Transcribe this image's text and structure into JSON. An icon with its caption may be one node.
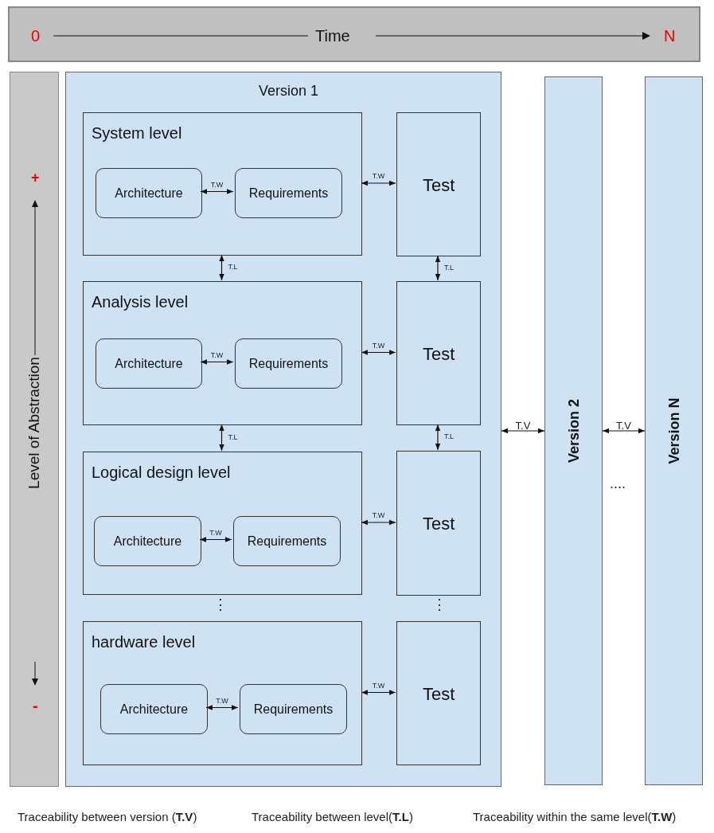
{
  "diagram": {
    "nodes": [
      {
        "text": [
          "0",
          "Time",
          "N"
        ]
      },
      {
        "text": [
          "+",
          "Level of Abstraction",
          "-"
        ]
      },
      {
        "text": [
          "Version 1"
        ]
      },
      {
        "text": [
          "System level"
        ],
        "in": 2
      },
      {
        "text": [
          "Architecture"
        ],
        "in": 3
      },
      {
        "text": [
          "Requirements"
        ],
        "in": 3
      },
      {
        "text": [
          "Test"
        ],
        "in": 2
      },
      {
        "text": [
          "Analysis level"
        ],
        "in": 2
      },
      {
        "text": [
          "Architecture"
        ],
        "in": 7
      },
      {
        "text": [
          "Requirements"
        ],
        "in": 7
      },
      {
        "text": [
          "Test"
        ],
        "in": 2
      },
      {
        "text": [
          "Logical design level"
        ],
        "in": 2
      },
      {
        "text": [
          "Architecture"
        ],
        "in": 11
      },
      {
        "text": [
          "Requirements"
        ],
        "in": 11
      },
      {
        "text": [
          "Test"
        ],
        "in": 2
      },
      {
        "text": [
          "hardware level"
        ],
        "in": 2
      },
      {
        "text": [
          "Architecture"
        ],
        "in": 15
      },
      {
        "text": [
          "Requirements"
        ],
        "in": 15
      },
      {
        "text": [
          "Test"
        ],
        "in": 2
      },
      {
        "text": [
          "Version 2"
        ]
      },
      {
        "text": [
          "Version N"
        ]
      }
    ],
    "edges": [
      {
        "from": 4,
        "to": 5,
        "arrow": "both",
        "label": "T.W"
      },
      {
        "from": 3,
        "to": 6,
        "arrow": "both",
        "label": "T.W"
      },
      {
        "from": 3,
        "to": 7,
        "arrow": "both",
        "label": "T.L"
      },
      {
        "from": 6,
        "to": 10,
        "arrow": "both",
        "label": "T.L"
      },
      {
        "from": 8,
        "to": 9,
        "arrow": "both",
        "label": "T.W"
      },
      {
        "from": 7,
        "to": 10,
        "arrow": "both",
        "label": "T.W"
      },
      {
        "from": 7,
        "to": 11,
        "arrow": "both",
        "label": "T.L"
      },
      {
        "from": 10,
        "to": 14,
        "arrow": "both",
        "label": "T.L"
      },
      {
        "from": 12,
        "to": 13,
        "arrow": "both",
        "label": "T.W"
      },
      {
        "from": 11,
        "to": 14,
        "arrow": "both",
        "label": "T.W"
      },
      {
        "from": 16,
        "to": 17,
        "arrow": "both",
        "label": "T.W"
      },
      {
        "from": 15,
        "to": 18,
        "arrow": "both",
        "label": "T.W"
      },
      {
        "from": 2,
        "to": 19,
        "arrow": "both",
        "label": "T.V"
      },
      {
        "from": 19,
        "to": 20,
        "arrow": "both",
        "label": "T.V"
      }
    ],
    "labels": [
      "⋮",
      "⋮",
      "....",
      "Traceability between version (**T.V**)",
      "Traceability between level(**T.L**)",
      "Traceability within the same level(**T.W**)"
    ]
  }
}
